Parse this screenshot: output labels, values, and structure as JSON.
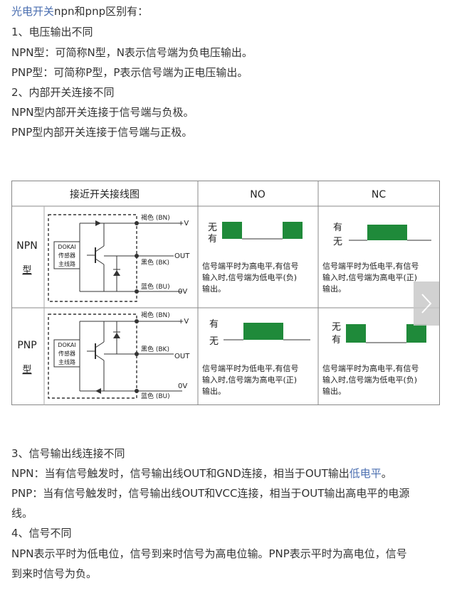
{
  "intro": {
    "link": "光电开关",
    "rest": "npn和pnp区别有："
  },
  "s1": {
    "title": "1、电压输出不同",
    "npn": "NPN型：可简称N型，N表示信号端为负电压输出。",
    "pnp": "PNP型：可简称P型，P表示信号端为正电压输出。"
  },
  "s2": {
    "title": "2、内部开关连接不同",
    "npn": "NPN型内部开关连接于信号端与负极。",
    "pnp": "PNP型内部开关连接于信号端与正极。"
  },
  "table": {
    "header_wiring": "接近开关接线图",
    "header_no": "NO",
    "header_nc": "NC",
    "rows": [
      {
        "type1": "NPN",
        "type2": "型",
        "wire_top": "褐色 (BN)",
        "v_top": "+V",
        "wire_mid": "黑色 (BK)",
        "v_mid": "OUT",
        "wire_bot": "蓝色 (BU)",
        "v_bot": "0V",
        "box1": "DOKAI",
        "box2": "传感器",
        "box3": "主线路",
        "no_a": "无",
        "no_b": "有",
        "no_d1": "信号端平时为高电平,有信号",
        "no_d2": "输入时,信号端为低电平(负)",
        "no_d3": "输出。",
        "nc_a": "有",
        "nc_b": "无",
        "nc_d1": "信号端平时为低电平,有信号",
        "nc_d2": "输入时,信号端为高电平(正)",
        "nc_d3": "输出。"
      },
      {
        "type1": "PNP",
        "type2": "型",
        "wire_top": "褐色 (BN)",
        "v_top": "+V",
        "wire_mid": "黑色 (BK)",
        "v_mid": "OUT",
        "wire_bot": "蓝色 (BU)",
        "v_bot": "0V",
        "box1": "DOKAI",
        "box2": "传感器",
        "box3": "主线路",
        "no_a": "有",
        "no_b": "无",
        "no_d1": "信号端平时为低电平,有信号",
        "no_d2": "输入时,信号端为高电平(正)",
        "no_d3": "输出。",
        "nc_a": "无",
        "nc_b": "有",
        "nc_d1": "信号端平时为高电平,有信号",
        "nc_d2": "输入时,信号端为低电平(负)",
        "nc_d3": "输出。"
      }
    ]
  },
  "s3": {
    "title": "3、信号输出线连接不同",
    "npn_pre": "NPN：当有信号触发时，信号输出线OUT和GND连接，相当于OUT输出",
    "npn_link": "低电平",
    "npn_end": "。",
    "pnp1": "PNP：当有信号触发时，信号输出线OUT和VCC连接，相当于OUT输出高电平的电源",
    "pnp2": "线。"
  },
  "s4": {
    "title": "4、信号不同",
    "l1": "NPN表示平时为低电位，信号到来时信号为高电位输。PNP表示平时为高电位，信号",
    "l2": "到来时信号为负。"
  },
  "colors": {
    "pulse": "#1f8a3a",
    "link": "#4a6eb0"
  }
}
